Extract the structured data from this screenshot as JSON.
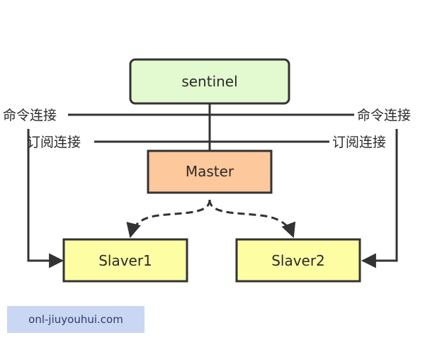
{
  "nodes": {
    "sentinel": "sentinel",
    "master": "Master",
    "slave1": "Slaver1",
    "slave2": "Slaver2"
  },
  "labels": {
    "command_left": "命令连接",
    "command_right": "命令连接",
    "subscribe_left": "订阅连接",
    "subscribe_right": "订阅连接"
  },
  "watermark": "onl-jiuyouhui.com",
  "colors": {
    "sentinel_fill": "#e3f9cf",
    "master_fill": "#fcc89c",
    "slave_fill": "#fdfda4",
    "line": "#333333"
  }
}
